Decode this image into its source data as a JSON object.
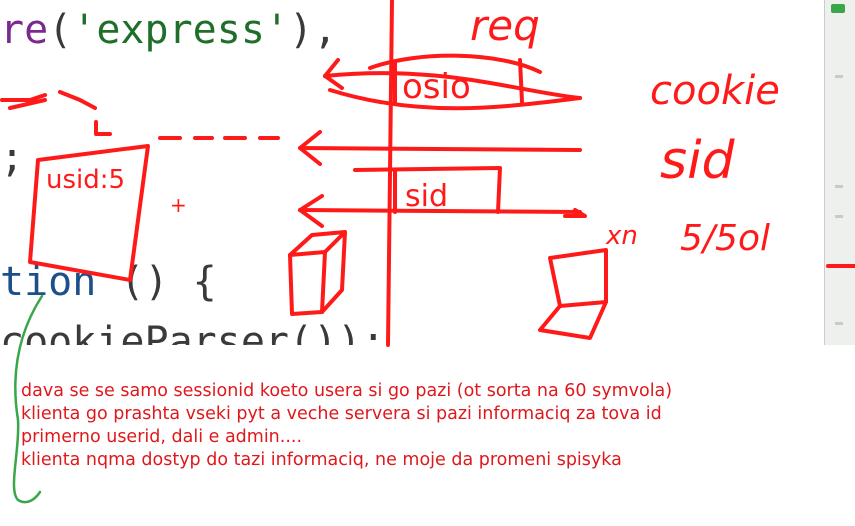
{
  "code": {
    "line1": {
      "kw": "re",
      "open": "(",
      "str": "'express'",
      "close": "),",
      "suffix": ""
    },
    "line2": {
      "text": ";"
    },
    "line3": {
      "kw": "tion",
      "rest": " () {"
    },
    "line4": {
      "text": "cookieParser());"
    }
  },
  "annotations": {
    "req": "req",
    "cookie": "cookie",
    "sid": "sid",
    "osio": "osio",
    "sid_arrow": "sid",
    "usid": "usid:5",
    "xn": "xn",
    "num": "5/5ol"
  },
  "notes": [
    "dava se se samo sessionid koeto usera si go pazi (ot sorta na 60 symvola)",
    "klienta go prashta vseki pyt a veche servera si pazi informaciq za tova id",
    "primerno userid, dali e admin....",
    "klienta nqma dostyp do tazi informaciq, ne moje da promeni spisyka"
  ],
  "colors": {
    "ink_red": "#ff1a1a",
    "ink_green": "#3aa64a",
    "note_red": "#e0181c"
  }
}
